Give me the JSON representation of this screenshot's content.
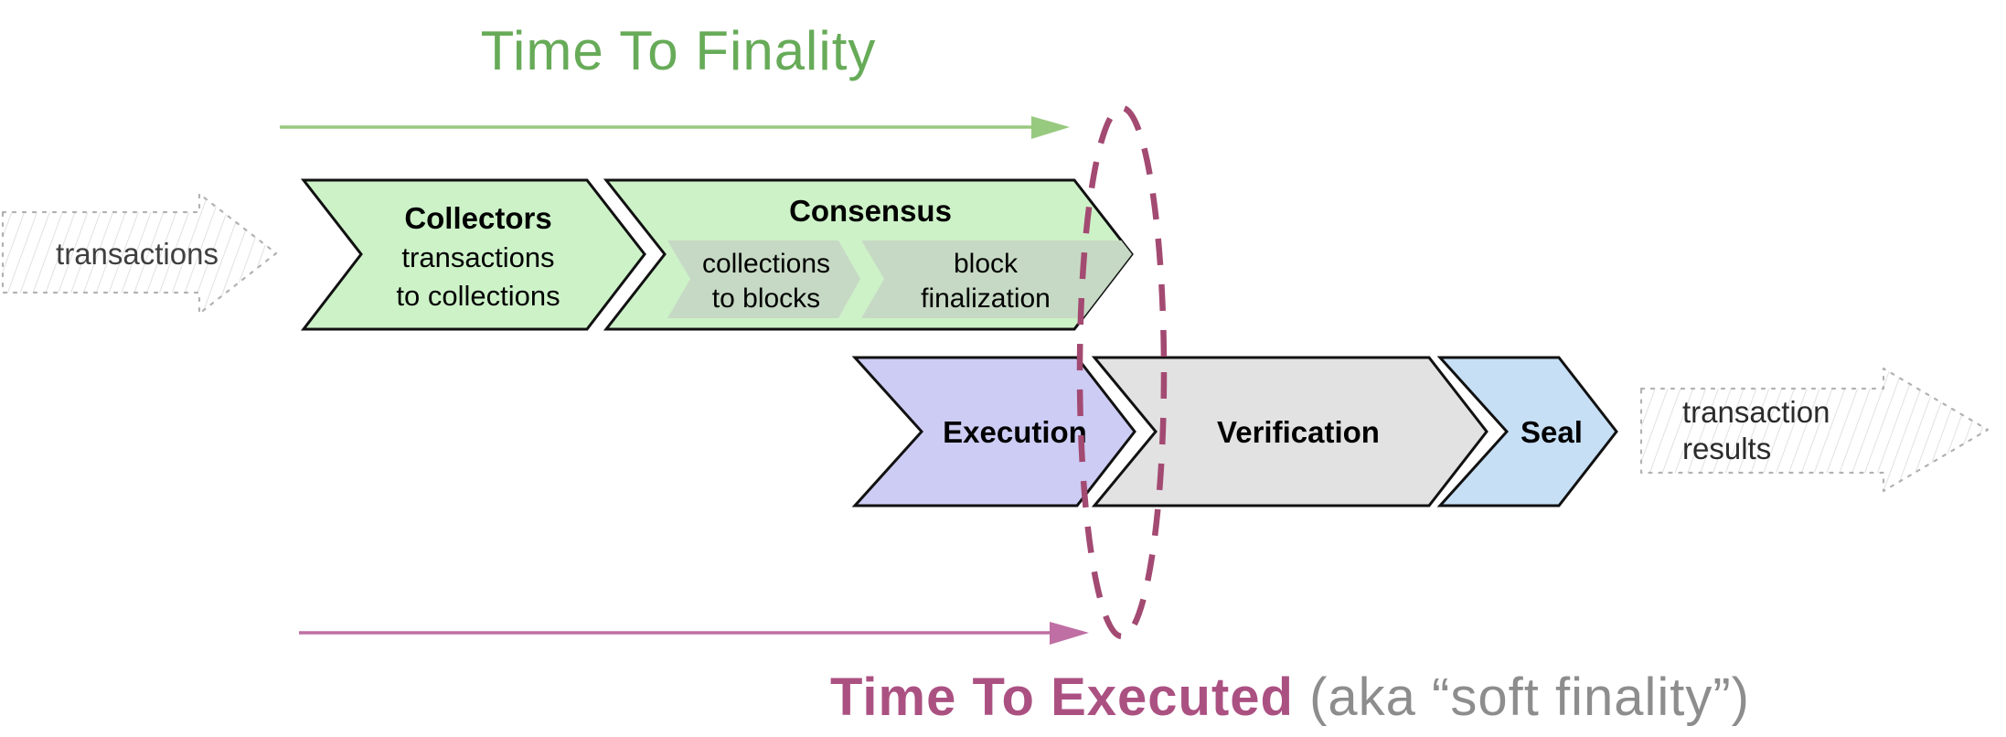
{
  "header": {
    "title": "Time To Finality"
  },
  "footer": {
    "title": "Time To Executed",
    "suffix": " (aka “soft finality”)"
  },
  "input_arrow": {
    "label": "transactions"
  },
  "output_arrow": {
    "line1": "transaction",
    "line2": "results"
  },
  "stages": {
    "collectors": {
      "title": "Collectors",
      "subtitle1": "transactions",
      "subtitle2": "to collections"
    },
    "consensus": {
      "title": "Consensus",
      "sub1": {
        "line1": "collections",
        "line2": "to blocks"
      },
      "sub2": {
        "line1": "block",
        "line2": "finalization"
      }
    },
    "execution": {
      "title": "Execution"
    },
    "verification": {
      "title": "Verification"
    },
    "seal": {
      "title": "Seal"
    }
  },
  "colors": {
    "title_green": "#67ab58",
    "arrow_green": "#97c97e",
    "stage_green": "#cdf2c8",
    "stage_green_sub": "#c6d9c4",
    "stage_lavender": "#cdccf4",
    "stage_gray": "#e2e2e2",
    "stage_blue": "#c6dff5",
    "ellipse_rose": "#a34a72",
    "pink_arrow": "#bf6fa3",
    "footer_rose": "#ab5182",
    "footer_gray": "#8d8d8d",
    "sketch_text": "#3f3f3f",
    "results_text": "#2b2b2b",
    "label_black": "#000000"
  }
}
